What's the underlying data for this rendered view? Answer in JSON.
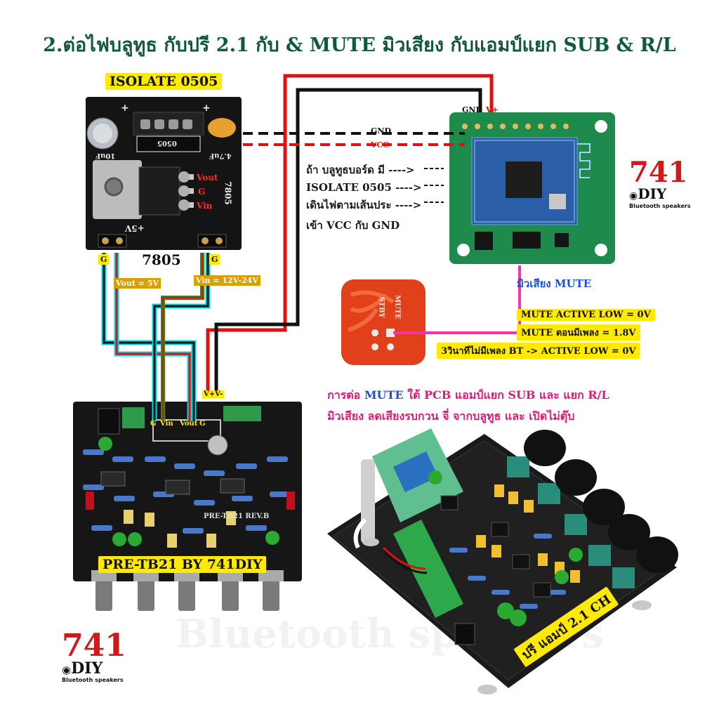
{
  "title": "2.ต่อไฟบลูทูธ กับปรี 2.1 กับ & MUTE มิวเสียง กับแอมป์แยก SUB & R/L",
  "isolate_label": "ISOLATE 0505",
  "isolate_board": {
    "cap_left": "10uF",
    "cap_right": "4.7uF",
    "chip": "0505",
    "plus_left": "+",
    "plus_right": "+",
    "plus5v": "+5V",
    "reg_mark": "7805",
    "pin_vout": "Vout",
    "pin_g": "G",
    "pin_vin": "Vin"
  },
  "regulator_label": "7805",
  "wire_labels": {
    "g_left": "G",
    "g_right": "G",
    "vout": "Vout = 5V",
    "vin": "Vin = 12V-24V",
    "gnd_top": "GND",
    "vplus_top": "V+",
    "gnd_dash": "GND",
    "vcc_dash": "VCC",
    "pre_vplus": "V+V-",
    "pre_g1": "G",
    "pre_vin": "Vin",
    "pre_vout": "Vout",
    "pre_g2": "G"
  },
  "bt_hint": [
    "ถ้า บลูทูธบอร์ด มี ---->",
    "ISOLATE 0505 ---->",
    "เดินไฟตามเส้นประ ---->",
    "เข้า VCC กับ GND"
  ],
  "mute_label": "มิวเสียง MUTE",
  "mute_pad_text": [
    "MUTE",
    "STBY"
  ],
  "mute_notes": [
    "MUTE ACTIVE LOW = 0V",
    "MUTE ตอนมีเพลง = 1.8V",
    "3วินาทีไม่มีเพลง BT -> ACTIVE LOW = 0V"
  ],
  "connect_note": {
    "line1_a": "การต่อ",
    "line1_b": "MUTE",
    "line1_c": "ใต้ PCB แอมป์แยก SUB และ แยก R/L",
    "line2": "มิวเสียง ลดเสียงรบกวน จี่ จากบลูทูธ และ เปิดไม่ตุ๊บ"
  },
  "pre_label": "PRE-TB21 BY 741DIY",
  "pre_board_text": "PRE-TB21 REV.B",
  "amp_label": "ปรี แอมป์ 2.1 CH",
  "logo": {
    "num": "741",
    "diy": "DIY",
    "sub": "Bluetooth speakers"
  },
  "watermark": "Bluetooth speakers",
  "colors": {
    "title": "#0f5a3c",
    "label_bg": "#ffea00",
    "wire_red": "#e01010",
    "wire_black": "#111111",
    "wire_green": "#10a020",
    "wire_cyan": "#00d8e8",
    "mute_wire": "#ff2fb0",
    "pcb_green": "#1e8a4c",
    "pcb_black": "#161616",
    "pcb_red": "#e0401a"
  }
}
